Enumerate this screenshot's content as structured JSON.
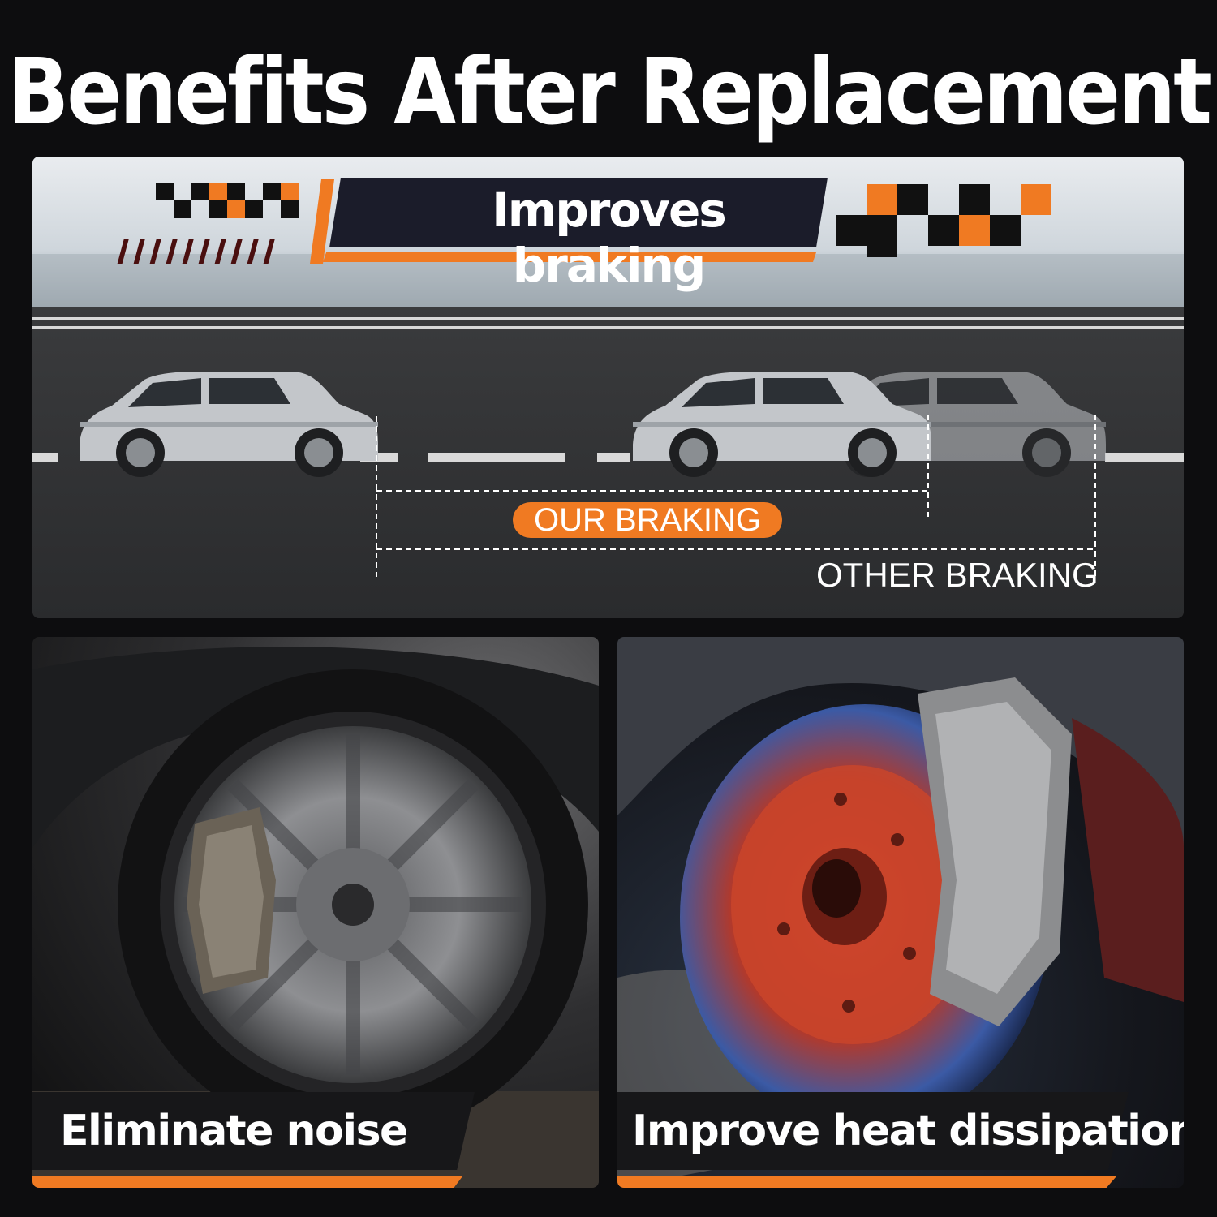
{
  "headline": "Benefits After Replacement",
  "top_panel": {
    "banner_title": "Improves braking",
    "our_label": "OUR BRAKING",
    "other_label": "OTHER BRAKING"
  },
  "bottom_left": {
    "caption": "Eliminate noise"
  },
  "bottom_right": {
    "caption": "Improve heat dissipation"
  },
  "colors": {
    "accent": "#f07a22",
    "background": "#0d0d0f",
    "banner": "#1b1c2a"
  }
}
